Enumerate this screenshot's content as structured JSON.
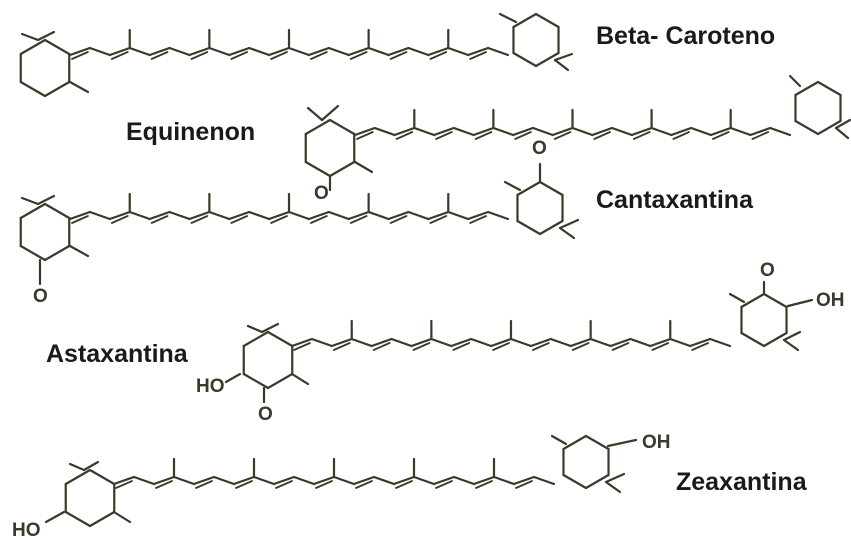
{
  "molecules": [
    {
      "name": "Beta- Caroteno"
    },
    {
      "name": "Equinenon",
      "atoms": [
        "O"
      ]
    },
    {
      "name": "Cantaxantina",
      "atoms": [
        "O",
        "O"
      ]
    },
    {
      "name": "Astaxantina",
      "atoms": [
        "HO",
        "O",
        "O",
        "OH"
      ]
    },
    {
      "name": "Zeaxantina",
      "atoms": [
        "HO",
        "OH"
      ]
    }
  ],
  "colors": {
    "bond": "#3a3a2a",
    "text": "#1a1a1a"
  }
}
